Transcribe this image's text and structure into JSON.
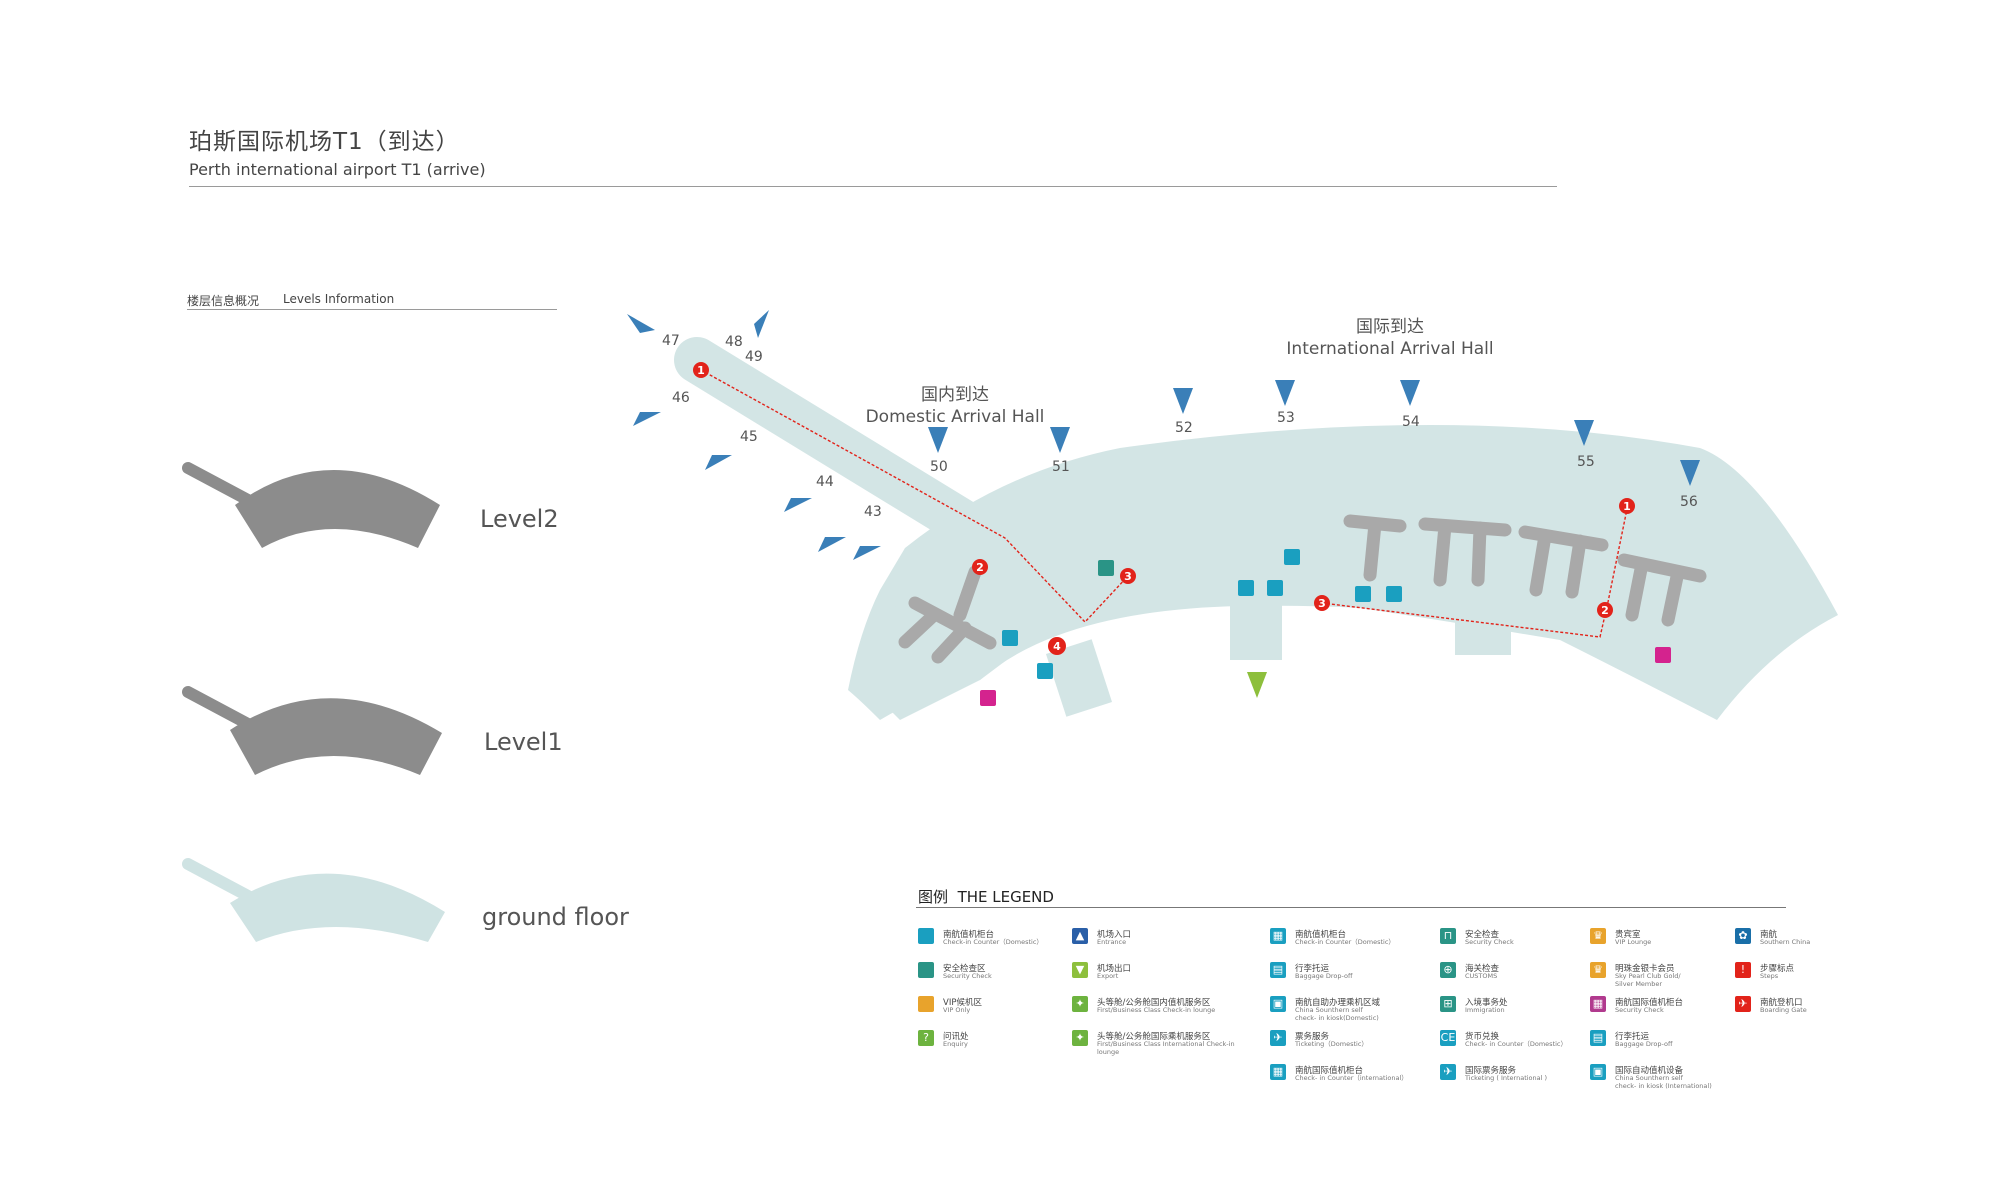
{
  "header": {
    "title_cn": "珀斯国际机场T1（到达）",
    "title_en": "Perth international airport T1 (arrive)"
  },
  "levels": {
    "header_cn": "楼层信息概况",
    "header_en": "Levels Information",
    "items": [
      {
        "label": "Level2",
        "color": "#8c8c8c"
      },
      {
        "label": "Level1",
        "color": "#8c8c8c"
      },
      {
        "label": "ground floor",
        "color": "#cfe3e3"
      }
    ]
  },
  "map": {
    "floor_color": "#d3e5e5",
    "counter_color": "#a9a9a9",
    "route_color": "#e2231a",
    "halls": [
      {
        "cn": "国内到达",
        "en": "Domestic Arrival Hall"
      },
      {
        "cn": "国际到达",
        "en": "International Arrival Hall"
      }
    ],
    "gates": [
      "47",
      "48",
      "49",
      "46",
      "45",
      "44",
      "43",
      "50",
      "51",
      "52",
      "53",
      "54",
      "55",
      "56"
    ],
    "step_markers": [
      "1",
      "2",
      "3",
      "4",
      "1",
      "2",
      "3"
    ]
  },
  "legend": {
    "title_cn": "图例",
    "title_en": "THE LEGEND",
    "items": [
      {
        "cn": "南航值机柜台",
        "en": "Check-in Counter（Domestic）",
        "color": "#1a9fc0",
        "glyph": ""
      },
      {
        "cn": "安全检查区",
        "en": "Security Check",
        "color": "#2a9486",
        "glyph": ""
      },
      {
        "cn": "VIP候机区",
        "en": "VIP Only",
        "color": "#e8a32c",
        "glyph": ""
      },
      {
        "cn": "问讯处",
        "en": "Enquiry",
        "color": "#6db33f",
        "glyph": "?"
      },
      {
        "cn": "机场入口",
        "en": "Entrance",
        "color": "#2a5fa8",
        "glyph": "▲"
      },
      {
        "cn": "机场出口",
        "en": "Export",
        "color": "#8dbf3c",
        "glyph": "▼"
      },
      {
        "cn": "头等舱/公务舱国内值机服务区",
        "en": "First/Business Class Check-in lounge",
        "color": "#6db33f",
        "glyph": "✦"
      },
      {
        "cn": "头等舱/公务舱国际乘机服务区",
        "en": "First/Business Class International Check-in lounge",
        "color": "#6db33f",
        "glyph": "✦"
      },
      {
        "cn": "南航值机柜台",
        "en": "Check-in Counter（Domestic）",
        "color": "#1a9fc0",
        "glyph": "▦"
      },
      {
        "cn": "行李托运",
        "en": "Baggage Drop-off",
        "color": "#1a9fc0",
        "glyph": "▤"
      },
      {
        "cn": "南航自助办理乘机区域",
        "en": "China Sounthern self\ncheck- in kiosk(Domestic)",
        "color": "#1a9fc0",
        "glyph": "▣"
      },
      {
        "cn": "票务服务",
        "en": "Ticketing（Domestic）",
        "color": "#1a9fc0",
        "glyph": "✈"
      },
      {
        "cn": "南航国际值机柜台",
        "en": "Check- in Counter（international）",
        "color": "#1a9fc0",
        "glyph": "▦"
      },
      {
        "cn": "安全检查",
        "en": "Security Check",
        "color": "#2a9486",
        "glyph": "⊓"
      },
      {
        "cn": "海关检查",
        "en": "CUSTOMS",
        "color": "#2a9486",
        "glyph": "⊕"
      },
      {
        "cn": "入境事务处",
        "en": "Immigration",
        "color": "#2a9486",
        "glyph": "⊞"
      },
      {
        "cn": "货币兑换",
        "en": "Check- in Counter（Domestic）",
        "color": "#1a9fc0",
        "glyph": "CE"
      },
      {
        "cn": "国际票务服务",
        "en": "Ticketing ( International )",
        "color": "#1a9fc0",
        "glyph": "✈"
      },
      {
        "cn": "贵宾室",
        "en": "VIP Lounge",
        "color": "#e8a32c",
        "glyph": "♛"
      },
      {
        "cn": "明珠金银卡会员",
        "en": "Sky Pearl Club Gold/\nSilver Member",
        "color": "#e8a32c",
        "glyph": "♛"
      },
      {
        "cn": "南航国际值机柜台",
        "en": "Security Check",
        "color": "#b13a8e",
        "glyph": "▦"
      },
      {
        "cn": "行李托运",
        "en": "Baggage Drop-off",
        "color": "#1a9fc0",
        "glyph": "▤"
      },
      {
        "cn": "国际自动值机设备",
        "en": "China Sounthern self\ncheck- in kiosk (International)",
        "color": "#1a9fc0",
        "glyph": "▣"
      },
      {
        "cn": "南航",
        "en": "Southern China",
        "color": "#1a6fa8",
        "glyph": "✿"
      },
      {
        "cn": "步骤标点",
        "en": "Steps",
        "color": "#e2231a",
        "glyph": "!"
      },
      {
        "cn": "南航登机口",
        "en": "Boarding Gate",
        "color": "#e2231a",
        "glyph": "✈"
      }
    ]
  }
}
